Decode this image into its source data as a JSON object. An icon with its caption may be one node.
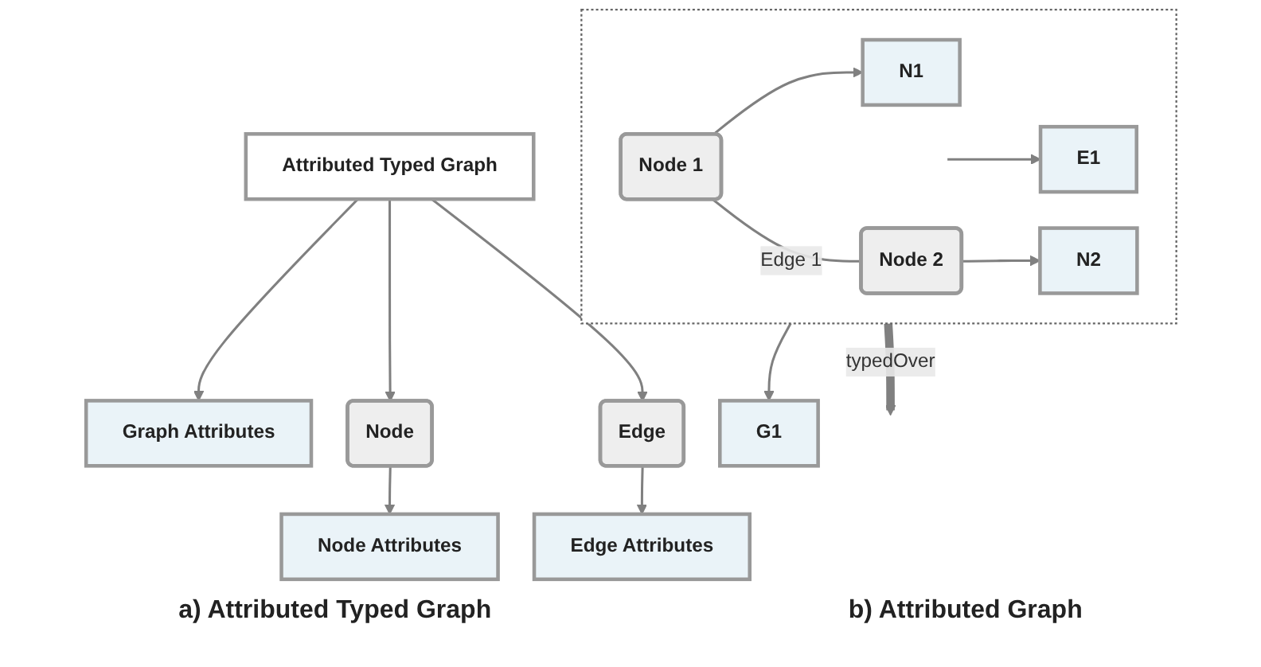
{
  "diagram": {
    "nodes": [
      {
        "text": [
          "Graph Attributes"
        ]
      },
      {
        "text": [
          "Attributed Typed Graph"
        ]
      },
      {
        "text": [
          "Node"
        ]
      },
      {
        "text": [
          "Edge"
        ]
      },
      {
        "text": [
          "Node Attributes"
        ]
      },
      {
        "text": [
          "Edge Attributes"
        ]
      },
      {
        "text": [],
        "shape": "box"
      },
      {
        "text": [
          "G1"
        ]
      },
      {
        "text": [
          "N1"
        ],
        "in": 6
      },
      {
        "text": [
          "Node 1"
        ],
        "in": 6
      },
      {
        "text": [
          "E1"
        ],
        "in": 6
      },
      {
        "text": [
          "N2"
        ],
        "in": 6
      },
      {
        "text": [
          "Node 2"
        ],
        "in": 6
      }
    ],
    "edges": [
      {
        "from": 1,
        "to": 0,
        "arrow": "to"
      },
      {
        "from": 1,
        "to": 2,
        "arrow": "to"
      },
      {
        "from": 1,
        "to": 3,
        "arrow": "to"
      },
      {
        "from": 2,
        "to": 4,
        "arrow": "to"
      },
      {
        "from": 3,
        "to": 5,
        "arrow": "to"
      },
      {
        "from": 6,
        "to": 7,
        "arrow": "to"
      },
      {
        "from": 9,
        "to": 8,
        "arrow": "to"
      },
      {
        "from": 9,
        "to": 12,
        "arrow": "none",
        "label": "Edge 1"
      },
      {
        "from": null,
        "to": 10,
        "arrow": "to"
      },
      {
        "from": 12,
        "to": 11,
        "arrow": "to"
      },
      {
        "from": 6,
        "to": null,
        "arrow": "to",
        "label": "typedOver",
        "style": "thick"
      }
    ],
    "labels": [
      "a) Attributed Typed Graph",
      "b) Attributed Graph"
    ]
  }
}
